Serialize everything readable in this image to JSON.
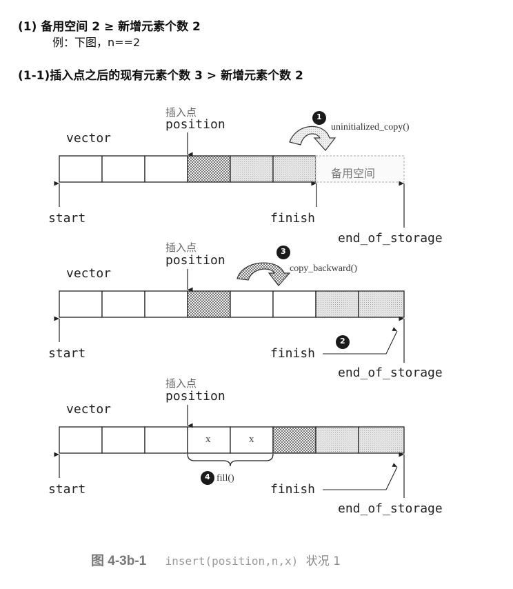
{
  "header": {
    "line1": "(1) 备用空间 2 ≥ 新增元素个数 2",
    "line2": "例：下图，n==2",
    "line3": "(1-1)插入点之后的现有元素个数 3 > 新增元素个数 2"
  },
  "labels": {
    "insert_point": "插入点",
    "position": "position",
    "vector": "vector",
    "start": "start",
    "finish": "finish",
    "end_of_storage": "end_of_storage",
    "spare_space": "备用空间",
    "x": "x"
  },
  "steps": {
    "step1_num": "1",
    "step1_fn": "uninitialized_copy()",
    "step2_num": "2",
    "step3_num": "3",
    "step3_fn": "copy_backward()",
    "step4_num": "4",
    "step4_fn": "fill()"
  },
  "caption": {
    "fig": "图 4-3b-1",
    "code": "insert(position,n,x)",
    "status": "状况 1"
  },
  "colors": {
    "ink": "#222222",
    "hatch": "#9a9a9a",
    "spare": "#d6d6d6",
    "badge": "#1a1a1a"
  }
}
